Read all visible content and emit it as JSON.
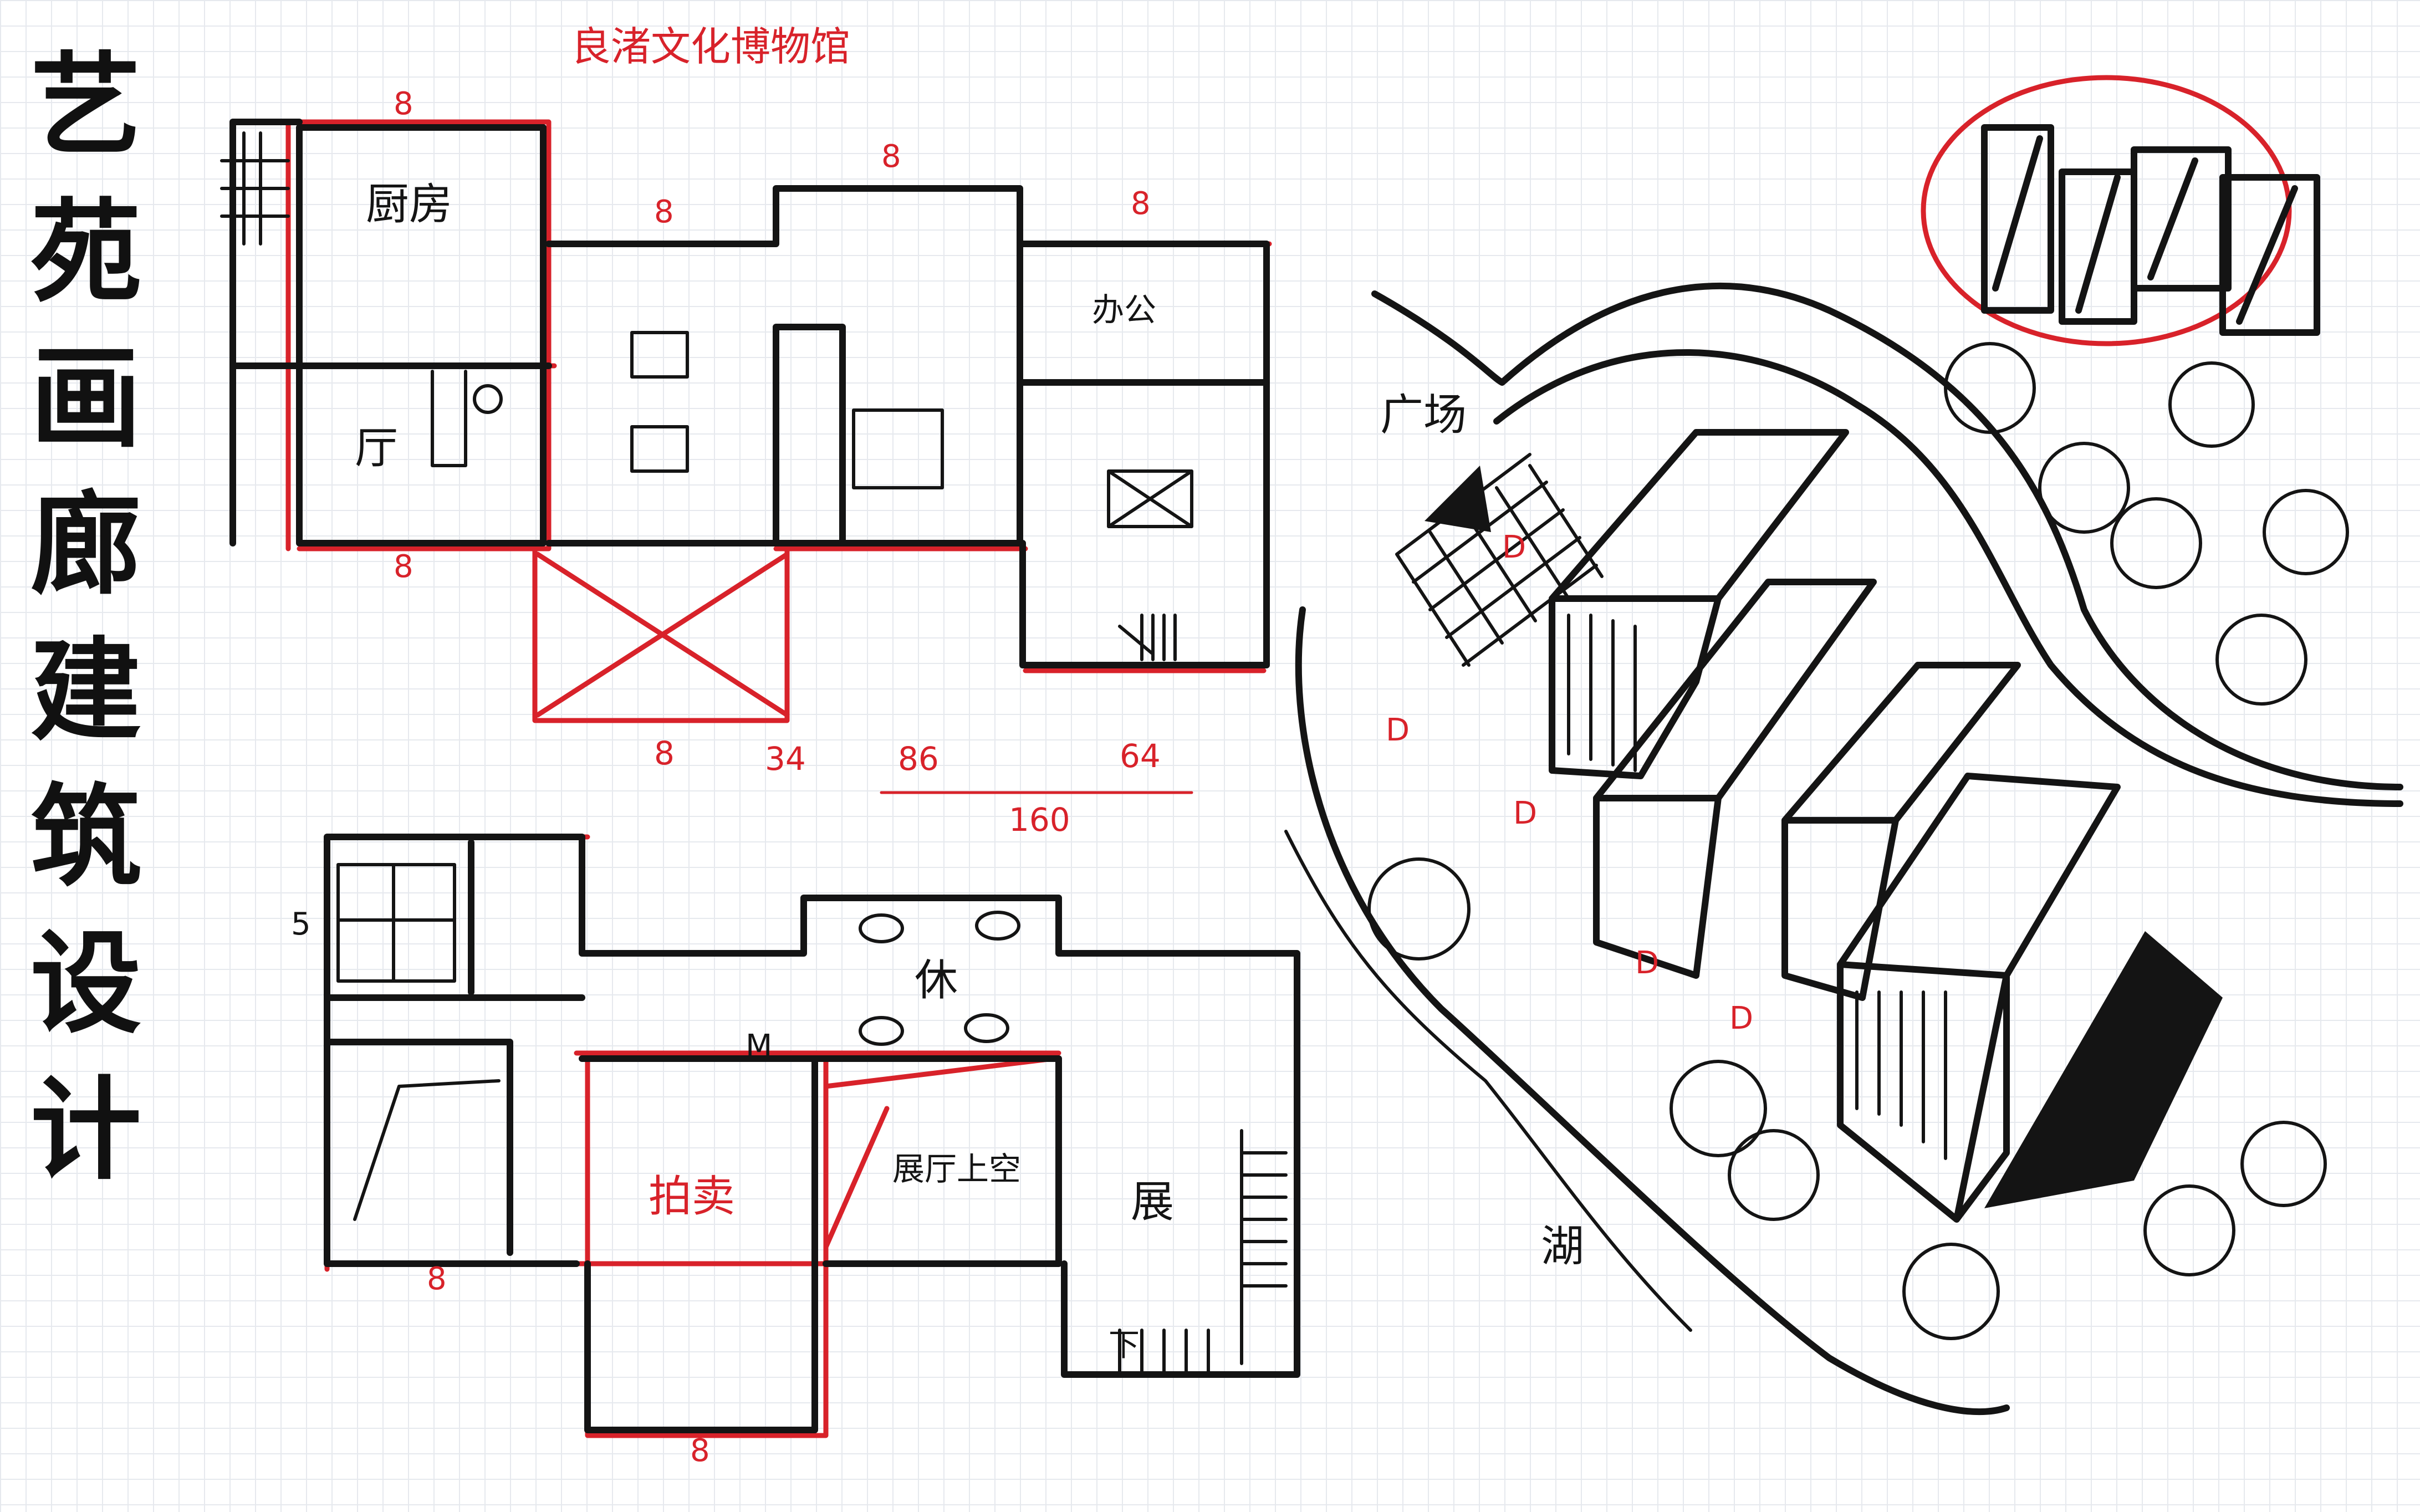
{
  "sheet": {
    "vertical_title": "艺苑画廊建筑设计",
    "project_title": "良渚文化博物馆"
  },
  "plan_upper": {
    "rooms": [
      "厨房",
      "厅",
      "办公"
    ],
    "dims_top": [
      "8",
      "8",
      "8",
      "8"
    ],
    "dim_bottom_left": "8",
    "dim_row": [
      "8",
      "34",
      "86",
      "64"
    ],
    "dim_total": "160"
  },
  "plan_lower": {
    "rooms": [
      "休",
      "拍卖",
      "展厅上空",
      "展"
    ],
    "dims": [
      "5",
      "8",
      "8"
    ],
    "marks": [
      "M",
      "下"
    ]
  },
  "site": {
    "labels": [
      "广场",
      "湖"
    ],
    "entries": [
      "D",
      "D",
      "D",
      "D",
      "D"
    ]
  },
  "colors": {
    "ink": "#141414",
    "red_overlay": "#d8222a",
    "grid": "#e6e9ee",
    "paper": "#ffffff"
  }
}
